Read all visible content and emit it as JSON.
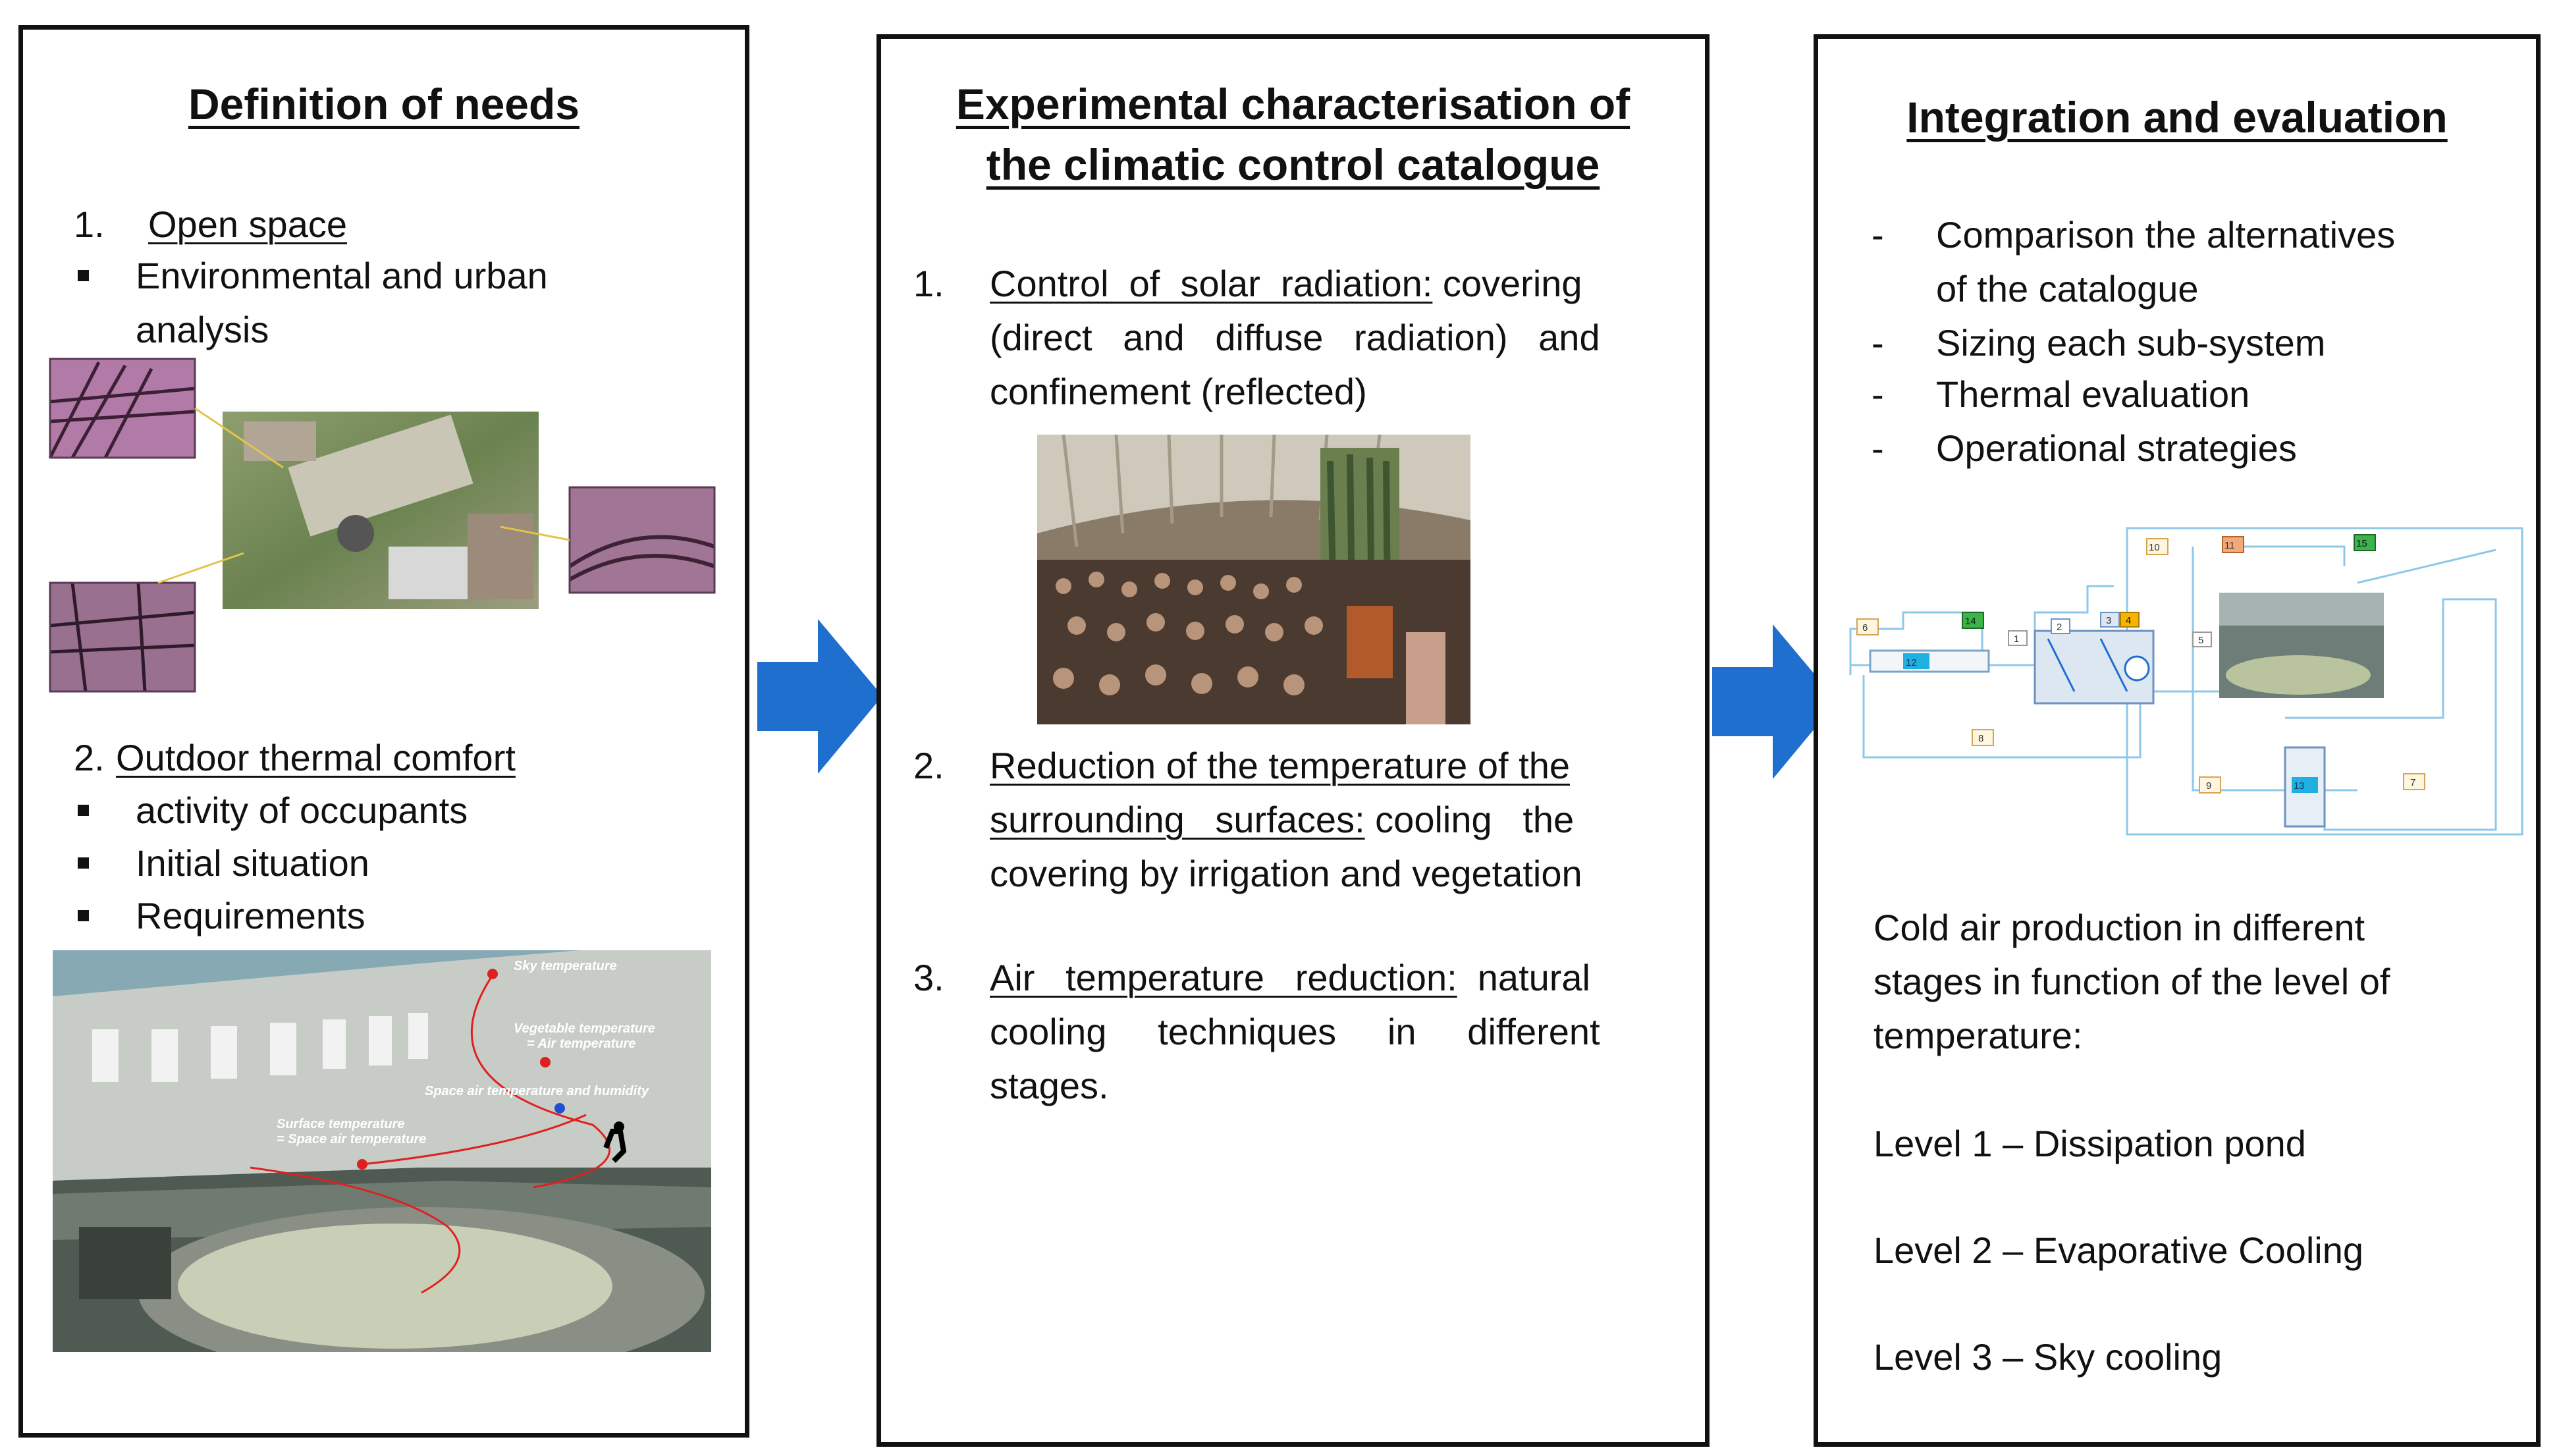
{
  "panel1": {
    "title": "Definition of needs",
    "item1_num": "1.",
    "item1_head": "Open space",
    "item1_bullets": [
      "Environmental and urban",
      "analysis"
    ],
    "item2_num": "2.",
    "item2_head": "Outdoor thermal comfort",
    "item2_bullets": [
      "activity of occupants",
      "Initial situation",
      "Requirements"
    ],
    "render_labels": {
      "sky": "Sky temperature",
      "veg1": "Vegetable temperature",
      "veg2": "= Air temperature",
      "space": "Space air temperature and humidity",
      "surf1": "Surface temperature",
      "surf2": "= Space air temperature"
    }
  },
  "panel2": {
    "title_line1": "Experimental characterisation of",
    "title_line2": "the climatic control catalogue",
    "items": [
      {
        "num": "1.",
        "l1_u": "Control  of  solar  radiation:",
        "l1_rest": " covering",
        "l2": "(direct   and   diffuse   radiation)   and",
        "l3": "confinement (reflected)"
      },
      {
        "num": "2.",
        "l1_u": "Reduction of the temperature of the",
        "l2_u": "surrounding   surfaces:",
        "l2_rest": " cooling   the",
        "l3": "covering by irrigation and vegetation"
      },
      {
        "num": "3.",
        "l1_u": "Air   temperature   reduction:",
        "l1_rest": "  natural",
        "l2": "cooling     techniques     in     different",
        "l3": "stages."
      }
    ]
  },
  "panel3": {
    "title": "Integration and evaluation",
    "dash_items": [
      "Comparison the alternatives",
      "of the catalogue",
      "Sizing each sub-system",
      "Thermal evaluation",
      "Operational strategies"
    ],
    "dash": "-",
    "para_lines": [
      "Cold air production in different",
      "stages in function of the level of",
      "temperature:"
    ],
    "levels": [
      "Level 1 – Dissipation pond",
      "Level 2 – Evaporative Cooling",
      "Level 3 – Sky cooling"
    ],
    "schematic_numbers": [
      "1",
      "2",
      "3",
      "4",
      "5",
      "6",
      "7",
      "8",
      "9",
      "10",
      "11",
      "12",
      "13",
      "14",
      "15"
    ]
  },
  "colors": {
    "arrow": "#1f6fcf",
    "border": "#111111",
    "pink": "#c98ab8",
    "diagram_line": "#8ec8e8"
  }
}
